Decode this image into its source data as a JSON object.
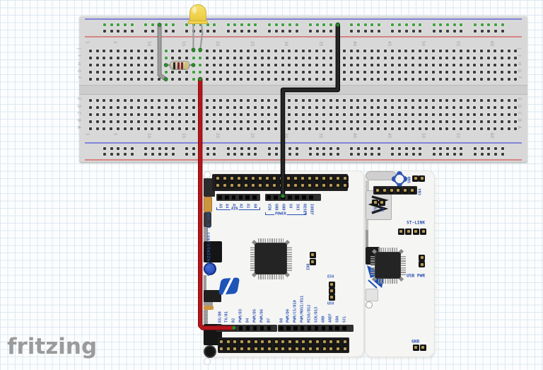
{
  "watermark": {
    "text": "fritzing"
  },
  "breadboard": {
    "columns": 63,
    "column_numbers": [
      "1",
      "5",
      "10",
      "15",
      "20",
      "25",
      "30",
      "35",
      "40",
      "45",
      "50",
      "55",
      "60"
    ],
    "rows_top": [
      "J",
      "I",
      "H",
      "G",
      "F"
    ],
    "rows_bottom": [
      "E",
      "D",
      "C",
      "B",
      "A"
    ],
    "connected_top_columns": [
      12,
      16,
      17
    ],
    "top_rail_connected": true,
    "colors": {
      "board": "#d8d8d8",
      "divider": "#cdcdcd",
      "hole": "#3c3c3c",
      "hole_connected": "#3fa13f",
      "rail_blue": "#8184d8",
      "rail_red": "#d68484",
      "label": "#9e9e9e"
    }
  },
  "parts": {
    "led": {
      "label": "yellow-led",
      "body_color": "#f1d34f",
      "body_gradient_dark": "#e4c63c",
      "columns": [
        16,
        17
      ]
    },
    "resistor": {
      "label": "resistor",
      "body_color": "#c6c8b4",
      "bands": [
        "#2f2418",
        "#8a2020",
        "#8a2020",
        "#d8c04a"
      ]
    }
  },
  "wires": [
    {
      "name": "jumper-wire-gray",
      "color": "#9d9d9d",
      "outline": "#6f6f6f",
      "width": 4,
      "points": [
        [
          225.6,
          35
        ],
        [
          225.6,
          106
        ],
        [
          234.7,
          112
        ]
      ]
    },
    {
      "name": "wire-black-gnd",
      "color": "#262626",
      "outline": "#000000",
      "width": 4.6,
      "points": [
        [
          477.8,
          35
        ],
        [
          477.8,
          127
        ],
        [
          400,
          127
        ],
        [
          400,
          277
        ]
      ]
    },
    {
      "name": "wire-red-signal",
      "color": "#b4161b",
      "outline": "#7e0b0e",
      "width": 4.6,
      "points": [
        [
          283.2,
          112
        ],
        [
          283.2,
          460
        ],
        [
          286.5,
          463.5
        ],
        [
          330.8,
          463.5
        ]
      ]
    }
  ],
  "connection_dot_color": "#2f8f2f",
  "nucleo": {
    "silk": "www.st.com/stm32nucleo",
    "accent": "#2a52b4",
    "ain_label": "AIN",
    "ain_pins": [
      "A5",
      "A4",
      "A3",
      "A2",
      "A1",
      "A0"
    ],
    "power_label": "POWER",
    "power_pins": [
      "VIN",
      "GND",
      "GND",
      "5V",
      "3V3",
      "RESET",
      "IOREF"
    ],
    "digital_left_pins": [
      "RX/D0",
      "TX/D1",
      "D2",
      "PWM/D3",
      "D4",
      "PWM/D5",
      "PWM/D6",
      "D7"
    ],
    "digital_right_pins": [
      "D8",
      "PWM/D9",
      "PWM/CS/D10",
      "PWM/MOSI/D11",
      "MISO/D12",
      "SCK/D13",
      "GND",
      "AREF",
      "SDA",
      "SCL"
    ],
    "idd_label": "IDD",
    "e5v_label": "E5V",
    "u5v_label": "U5V"
  },
  "stlink": {
    "title": "ST-LINK",
    "swd_label": "SWD",
    "header_label": "CN4",
    "rx_label": "RX",
    "tx_label": "TX",
    "usb_label": "USB PWR",
    "gnd_label": "GND"
  }
}
